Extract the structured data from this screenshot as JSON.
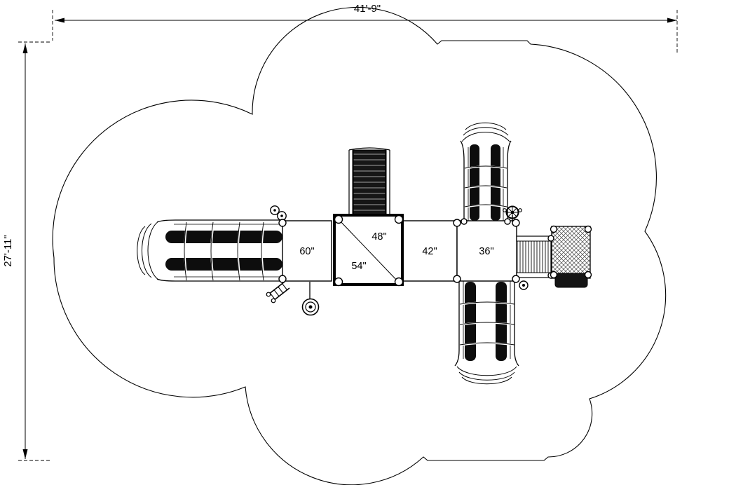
{
  "dimensions": {
    "width_label": "41'-9\"",
    "height_label": "27'-11\""
  },
  "deck_labels": {
    "deck_60": "60\"",
    "deck_48": "48\"",
    "deck_54": "54\"",
    "deck_42": "42\"",
    "deck_36": "36\""
  },
  "colors": {
    "line": "#000000",
    "background": "#ffffff",
    "slide_fill": "#0d0d0d"
  },
  "components": {
    "left": "double-slide",
    "top_center": "climbing-wall",
    "top_right": "double-slide",
    "bottom_right": "double-slide",
    "right_side": "clatter-bridge-and-textured-platform",
    "accessories": [
      "steering-wheel",
      "activity-knobs",
      "access-ladder",
      "tire-swing"
    ]
  }
}
